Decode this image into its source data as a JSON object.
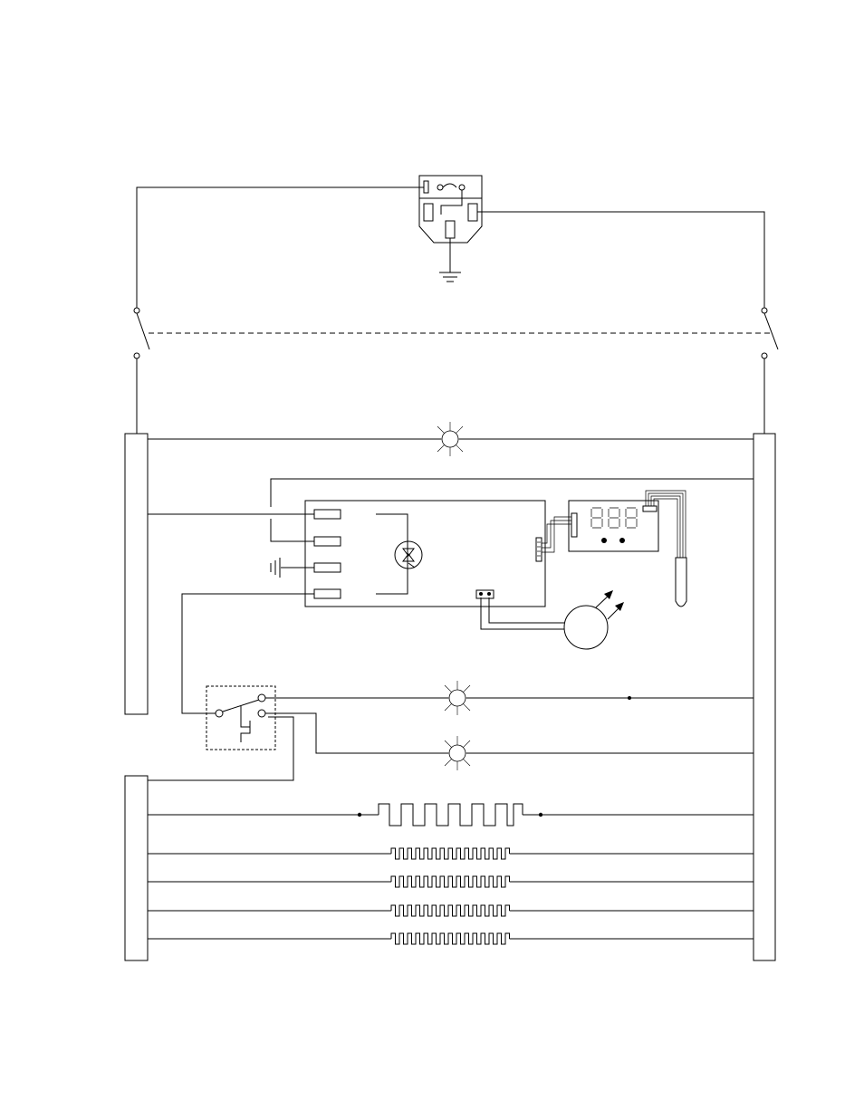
{
  "diagram": {
    "kind": "wiring-schematic",
    "colors": {
      "stroke": "#000000",
      "background": "#ffffff"
    },
    "components": [
      "power-inlet-with-fuse",
      "ground",
      "double-pole-switch",
      "left-terminal-block-upper",
      "left-terminal-block-lower",
      "right-terminal-block",
      "indicator-lamp-top",
      "control-board",
      "display-board",
      "temperature-probe",
      "motor",
      "relay-switch",
      "indicator-lamp-middle",
      "indicator-lamp-lower",
      "heater-element-main",
      "heater-element-1",
      "heater-element-2",
      "heater-element-3",
      "heater-element-4"
    ],
    "display_digits": 3,
    "board_terminals": 4,
    "heater_count": 5
  }
}
